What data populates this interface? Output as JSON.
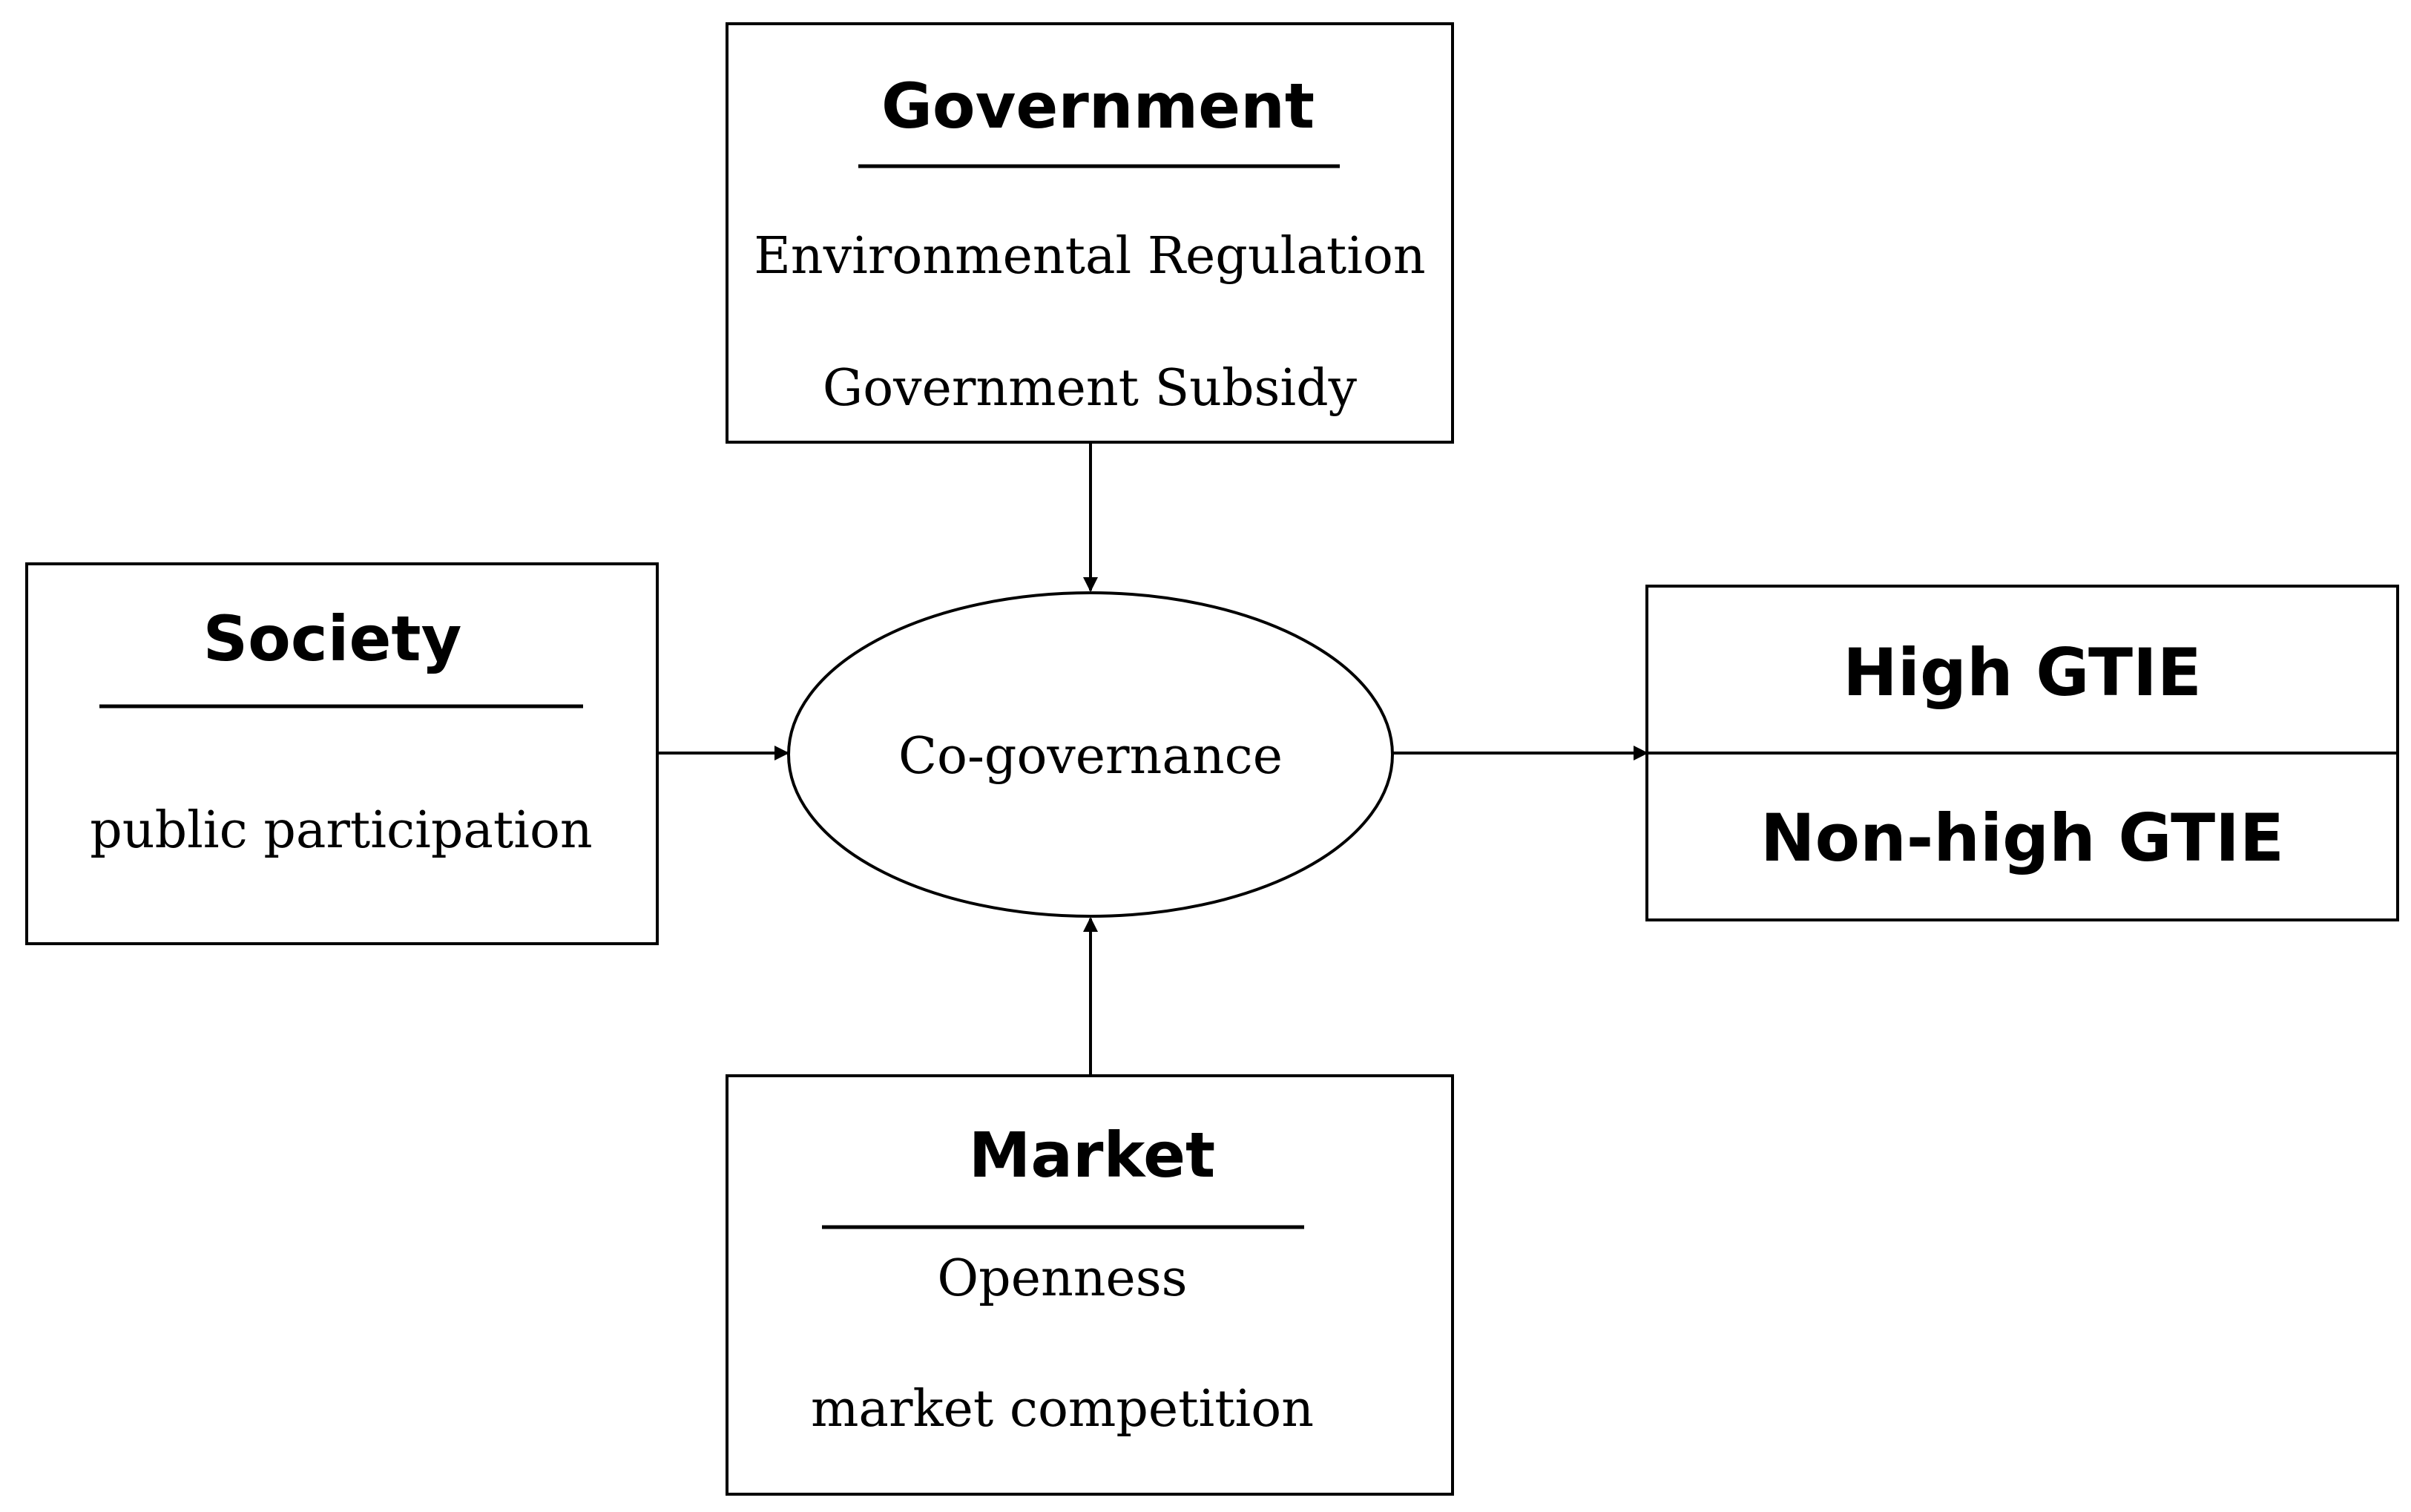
{
  "government": {
    "title": "Government",
    "items": [
      "Environmental Regulation",
      "Government Subsidy"
    ]
  },
  "society": {
    "title": "Society",
    "items": [
      "public participation"
    ]
  },
  "market": {
    "title": "Market",
    "items": [
      "Openness",
      "market competition"
    ]
  },
  "center": {
    "label": "Co-governance"
  },
  "outcome": {
    "options": [
      "High GTIE",
      "Non-high GTIE"
    ]
  }
}
